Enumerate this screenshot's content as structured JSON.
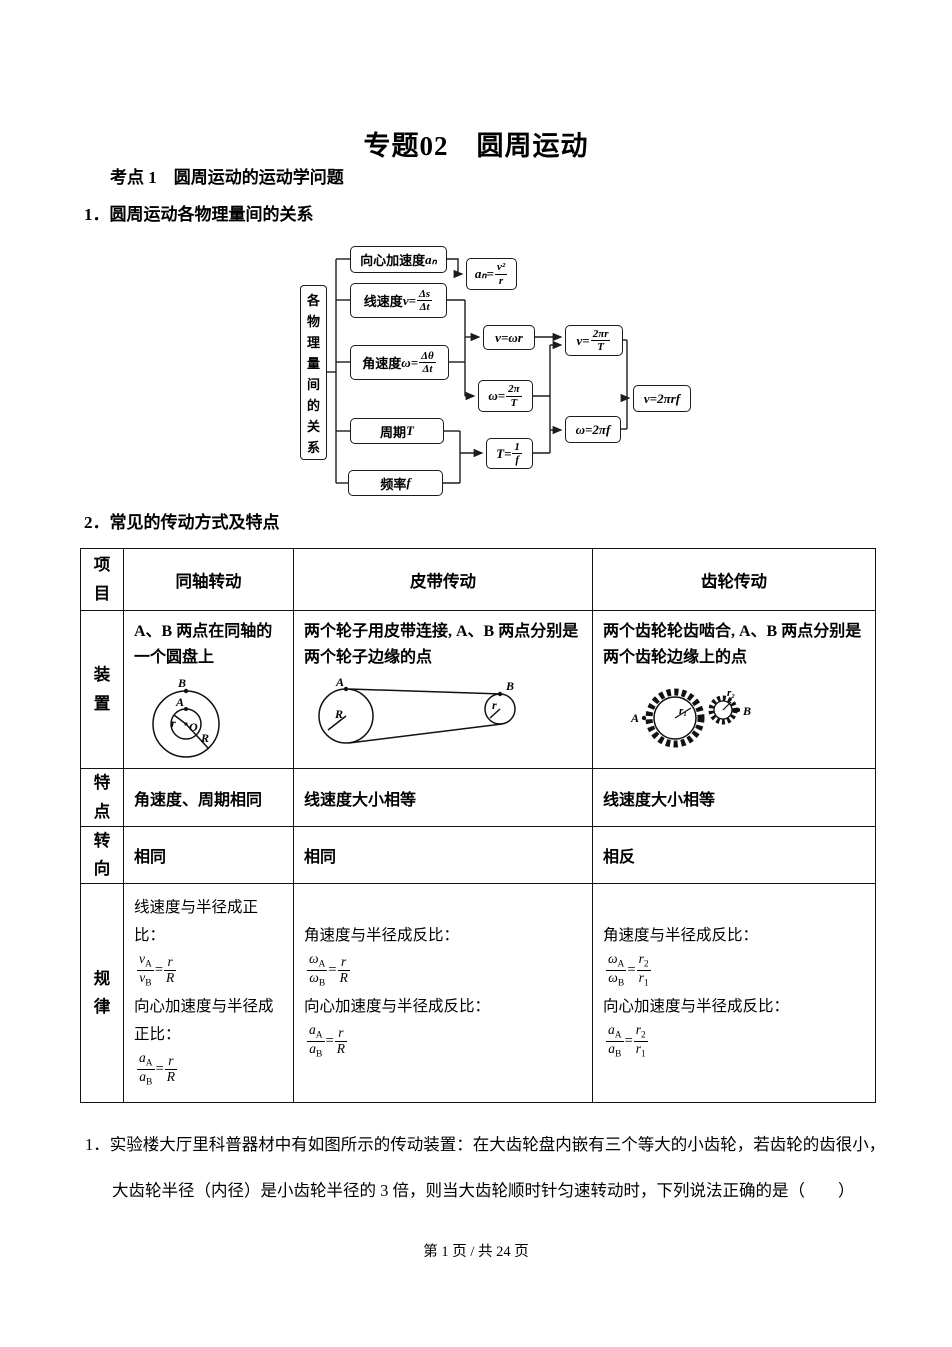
{
  "page": {
    "title": "专题02　圆周运动",
    "exam_point": "考点 1　圆周运动的运动学问题",
    "heading1": "1．圆周运动各物理量间的关系",
    "heading2": "2．常见的传动方式及特点",
    "question1": "1．实验楼大厅里科普器材中有如图所示的传动装置：在大齿轮盘内嵌有三个等大的小齿轮，若齿轮的齿很小，大齿轮半径（内径）是小齿轮半径的 3 倍，则当大齿轮顺时针匀速转动时，下列说法正确的是（　　）",
    "footer": "第 1 页 / 共 24 页"
  },
  "flowchart": {
    "root": "各物理量间的关系",
    "centripetal": {
      "label": "向心加速度",
      "math": "aₙ"
    },
    "linear": {
      "label": "线速度 ",
      "math": "v=",
      "frac": {
        "n": "Δs",
        "d": "Δt"
      }
    },
    "angular": {
      "label": "角速度 ",
      "math": "ω=",
      "frac": {
        "n": "Δθ",
        "d": "Δt"
      }
    },
    "period": {
      "label": "周期 ",
      "math": "T"
    },
    "frequency": {
      "label": "频率",
      "math": "f"
    },
    "f_an": {
      "pre": "aₙ=",
      "frac": {
        "n": "v²",
        "d": "r"
      }
    },
    "f_vwr": {
      "pre": "v=ωr"
    },
    "f_v2prT": {
      "pre": "v=",
      "frac": {
        "n": "2πr",
        "d": "T"
      }
    },
    "f_w2pT": {
      "pre": "ω=",
      "frac": {
        "n": "2π",
        "d": "T"
      }
    },
    "f_w2pf": {
      "pre": "ω=2πf"
    },
    "f_T1f": {
      "pre": "T=",
      "frac": {
        "n": "1",
        "d": "f"
      }
    },
    "f_v2prf": {
      "pre": "v=2πrf"
    }
  },
  "table": {
    "headers": {
      "item": "项目",
      "coaxial": "同轴转动",
      "belt": "皮带传动",
      "gear": "齿轮传动"
    },
    "rows": {
      "device": "装置",
      "feature": "特点",
      "direction": "转向",
      "rule": "规律"
    },
    "device": {
      "coaxial_text": "A、B 两点在同轴的一个圆盘上",
      "belt_text": "两个轮子用皮带连接, A、B 两点分别是两个轮子边缘的点",
      "gear_text": "两个齿轮轮齿啮合, A、B 两点分别是两个齿轮边缘上的点",
      "coaxial_labels": {
        "A": "A",
        "B": "B",
        "r": "r",
        "O": "O",
        "R": "R"
      },
      "belt_labels": {
        "A": "A",
        "R": "R",
        "B": "B",
        "r": "r"
      },
      "gear_labels": {
        "A": "A",
        "r1": "r₁",
        "r2": "r₂",
        "B": "B"
      }
    },
    "feature": {
      "coaxial": "角速度、周期相同",
      "belt": "线速度大小相等",
      "gear": "线速度大小相等"
    },
    "direction": {
      "coaxial": "相同",
      "belt": "相同",
      "gear": "相反"
    },
    "rule": {
      "coaxial": {
        "t1": "线速度与半径成正比：",
        "f1a": {
          "n": "v",
          "ns": "A",
          "d": "v",
          "ds": "B"
        },
        "eq1": "=",
        "f1b": {
          "n": "r",
          "d": "R"
        },
        "t2": "向心加速度与半径成正比：",
        "f2a": {
          "n": "a",
          "ns": "A",
          "d": "a",
          "ds": "B"
        },
        "eq2": "=",
        "f2b": {
          "n": "r",
          "d": "R"
        }
      },
      "belt": {
        "t1": "角速度与半径成反比：",
        "f1a": {
          "n": "ω",
          "ns": "A",
          "d": "ω",
          "ds": "B"
        },
        "eq1": "=",
        "f1b": {
          "n": "r",
          "d": "R"
        },
        "t2": "向心加速度与半径成反比：",
        "f2a": {
          "n": "a",
          "ns": "A",
          "d": "a",
          "ds": "B"
        },
        "eq2": "=",
        "f2b": {
          "n": "r",
          "d": "R"
        }
      },
      "gear": {
        "t1": "角速度与半径成反比：",
        "f1a": {
          "n": "ω",
          "ns": "A",
          "d": "ω",
          "ds": "B"
        },
        "eq1": "=",
        "f1b": {
          "n": "r",
          "ns": "2",
          "d": "r",
          "ds": "1"
        },
        "t2": "向心加速度与半径成反比：",
        "f2a": {
          "n": "a",
          "ns": "A",
          "d": "a",
          "ds": "B"
        },
        "eq2": "=",
        "f2b": {
          "n": "r",
          "ns": "2",
          "d": "r",
          "ds": "1"
        }
      }
    }
  }
}
